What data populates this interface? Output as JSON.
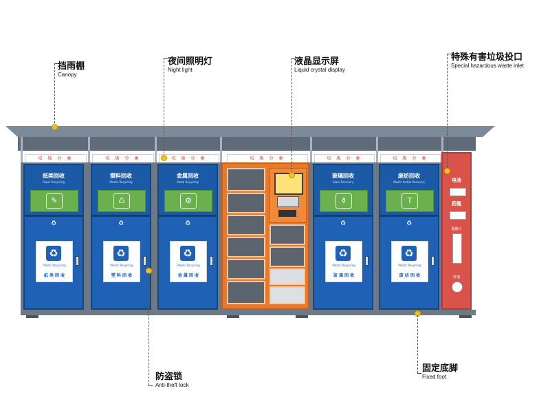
{
  "labels": {
    "canopy": {
      "zh": "挡雨棚",
      "en": "Canopy"
    },
    "night_light": {
      "zh": "夜间照明灯",
      "en": "Night light"
    },
    "lcd": {
      "zh": "液晶显示屏",
      "en": "Liquid crystal display"
    },
    "hazard_inlet": {
      "zh": "特殊有害垃圾投口",
      "en": "Special hazardous waste inlet"
    },
    "anti_theft": {
      "zh": "防盗锁",
      "en": "Anti-theft lock"
    },
    "fixed_foot": {
      "zh": "固定底脚",
      "en": "Fixed foot"
    }
  },
  "sign_strip_text": "垃 圾 分 类",
  "bins": [
    {
      "title": "纸类回收",
      "subtitle": "Paper Recycling",
      "panel_en": "Plastic Recycling",
      "panel_zh": "纸 类 回 收",
      "icon": "paper-icon",
      "glyph": "✎"
    },
    {
      "title": "塑料回收",
      "subtitle": "Plastic Recycling",
      "panel_en": "Plastic Recycling",
      "panel_zh": "塑 料 回 收",
      "icon": "plastic-bag-icon",
      "glyph": "♺"
    },
    {
      "title": "金属回收",
      "subtitle": "Metal Recycling",
      "panel_en": "Plastic Recycling",
      "panel_zh": "金 属 回 收",
      "icon": "metal-gear-icon",
      "glyph": "⚙"
    },
    {
      "title": "玻璃回收",
      "subtitle": "Glass Recovery",
      "panel_en": "Plastic Recycling",
      "panel_zh": "玻 璃 回 收",
      "icon": "bottle-icon",
      "glyph": "⚱"
    },
    {
      "title": "废纺回收",
      "subtitle": "Waste textile Recovery",
      "panel_en": "Plastic Recycling",
      "panel_zh": "废 纺 回 收",
      "icon": "shirt-icon",
      "glyph": "👕"
    }
  ],
  "hazard": {
    "battery": "电池",
    "medicine": "药瓶",
    "thermometer": "温度计",
    "bulb": "灯泡"
  },
  "colors": {
    "bin_blue": "#1f62b5",
    "slot_green": "#6ab04c",
    "locker_orange": "#e8782a",
    "hazard_red": "#d9534a",
    "indicator_yellow": "#f2c21b"
  }
}
